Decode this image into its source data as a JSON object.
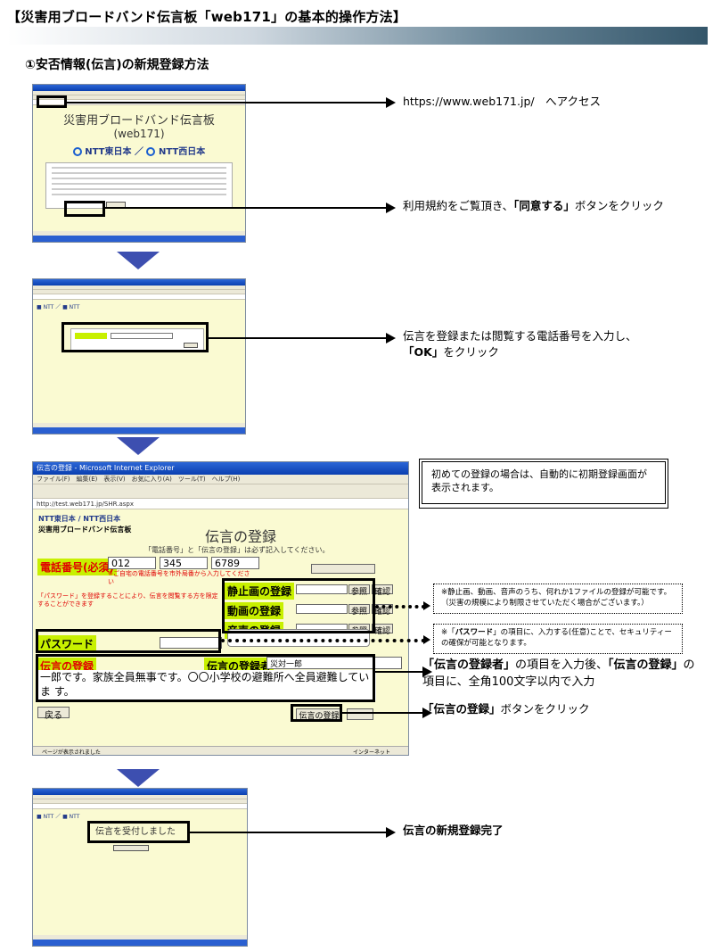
{
  "doc": {
    "title": "【災害用ブロードバンド伝言板「web171」の基本的操作方法】",
    "section": "①安否情報(伝言)の新規登録方法"
  },
  "steps": {
    "step1_url": "https://www.web171.jp/　へアクセス",
    "step1_agree_prefix": "利用規約をご覧頂き、",
    "step1_agree_bold": "「同意する」",
    "step1_agree_suffix": "ボタンをクリック",
    "step2_line1": "伝言を登録または閲覧する電話番号を入力し、",
    "step2_line2_bold": "「OK」",
    "step2_line2_suffix": "をクリック",
    "step3_box": "初めての登録の場合は、自動的に初期登録画面が表示されます。",
    "step3_media_note": "※静止画、動画、音声のうち、何れか1ファイルの登録が可能です。（災害の規模により制限させていただく場合がございます。）",
    "step3_pw_note_prefix": "※「",
    "step3_pw_note_bold": "パスワード",
    "step3_pw_note_suffix": "」の項目に、入力する(任意)ことで、セキュリティーの確保が可能となります。",
    "step3_msg_b1": "「伝言の登録者」",
    "step3_msg_t1": "の項目を入力後、",
    "step3_msg_b2": "「伝言の登録」",
    "step3_msg_t2": "の項目に、全角100文字以内で入力",
    "step3_submit_bold": "「伝言の登録」",
    "step3_submit_suffix": "ボタンをクリック",
    "step4_done": "伝言の新規登録完了"
  },
  "shot1": {
    "heading": "災害用ブロードバンド伝言板",
    "subheading": "(web171)",
    "brand_east": "NTT東日本",
    "brand_west": "NTT西日本"
  },
  "shot3": {
    "window_title": "伝言の登録 - Microsoft Internet Explorer",
    "menu": "ファイル(F)　編集(E)　表示(V)　お気に入り(A)　ツール(T)　ヘルプ(H)",
    "address": "http://test.web171.jp/SHR.aspx",
    "brand_line": "NTT東日本 / NTT西日本",
    "site_name": "災害用ブロードバンド伝言板",
    "page_title": "伝言の登録",
    "required_hint": "「電話番号」と「伝言の登録」は必ず記入してください。",
    "phone_label": "電話番号(必須)",
    "phone_1": "012",
    "phone_2": "345",
    "phone_3": "6789",
    "still_label": "静止画の登録",
    "video_label": "動画の登録",
    "audio_label": "音声の登録",
    "browse": "参照",
    "confirm": "確認",
    "password_label": "パスワード",
    "message_label": "伝言の登録",
    "registrant_label": "伝言の登録者",
    "registrant_value": "災対一郎",
    "message_value": "一郎です。家族全員無事です。〇〇小学校の避難所へ全員避難していま す。",
    "back": "戻る",
    "submit": "伝言の登録",
    "status": "ページが表示されました",
    "zone": "インターネット"
  },
  "shot4": {
    "received": "伝言を受付しました"
  }
}
